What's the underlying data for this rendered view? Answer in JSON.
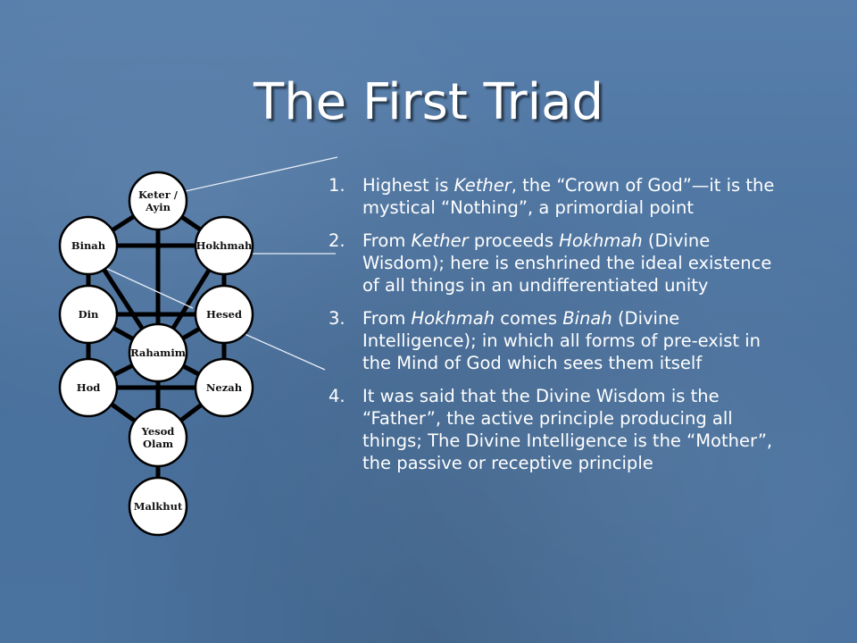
{
  "title": "The First Triad",
  "diagram": {
    "nodes": {
      "kether_line1": "Keter /",
      "kether_line2": "Ayin",
      "binah": "Binah",
      "hokhmah": "Hokhmah",
      "din": "Din",
      "hesed": "Hesed",
      "rahamim": "Rahamim",
      "hod": "Hod",
      "nezah": "Nezah",
      "yesod_line1": "Yesod",
      "yesod_line2": "Olam",
      "malkhut": "Malkhut"
    }
  },
  "list": [
    {
      "num": "1.",
      "parts": [
        {
          "t": "Highest is "
        },
        {
          "t": "Kether",
          "i": true
        },
        {
          "t": ", the “Crown of God”—it is the mystical “Nothing”, a primordial point"
        }
      ]
    },
    {
      "num": "2.",
      "parts": [
        {
          "t": "From "
        },
        {
          "t": "Kether",
          "i": true
        },
        {
          "t": " proceeds "
        },
        {
          "t": "Hokhmah",
          "i": true
        },
        {
          "t": " (Divine Wisdom); here is enshrined the ideal existence of all things in an undifferentiated unity"
        }
      ]
    },
    {
      "num": "3.",
      "parts": [
        {
          "t": " From "
        },
        {
          "t": "Hokhmah",
          "i": true
        },
        {
          "t": " comes "
        },
        {
          "t": "Binah",
          "i": true
        },
        {
          "t": " (Divine Intelligence); in which all forms of pre-exist in the Mind of God which sees them itself"
        }
      ]
    },
    {
      "num": "4.",
      "parts": [
        {
          "t": "It was said that the Divine Wisdom is the “Father”, the active principle producing all things; The Divine Intelligence is the “Mother”, the passive or receptive principle"
        }
      ]
    }
  ]
}
